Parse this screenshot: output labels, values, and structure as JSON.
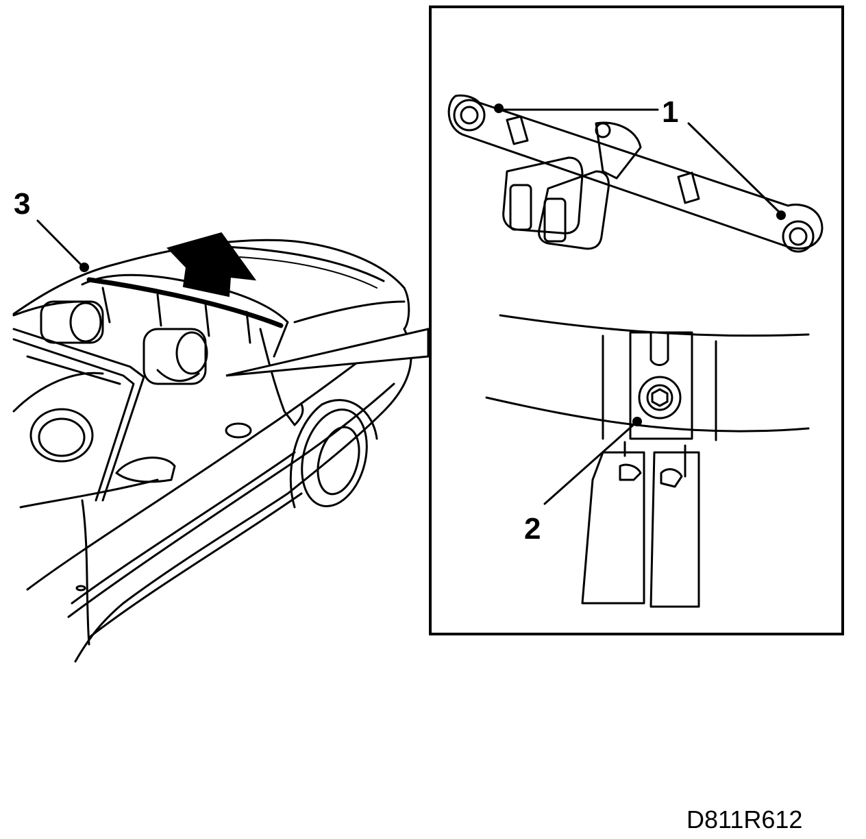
{
  "callouts": {
    "one": "1",
    "two": "2",
    "three": "3"
  },
  "figure_id": "D811R612",
  "colors": {
    "ink": "#000000",
    "paper": "#ffffff"
  }
}
